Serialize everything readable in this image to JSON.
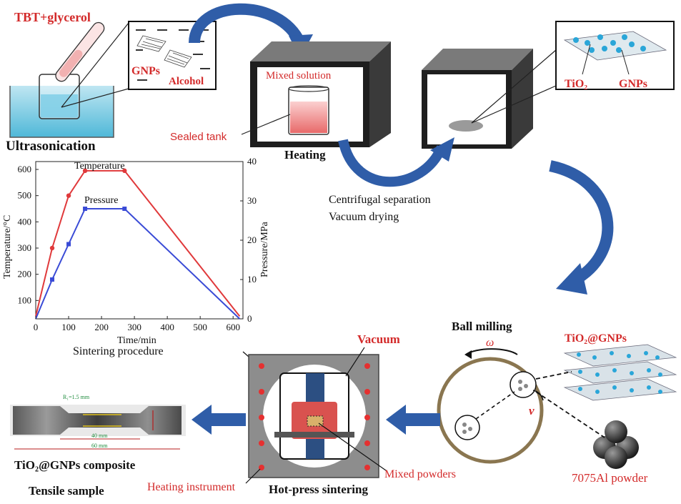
{
  "colors": {
    "accent_red": "#d32a2a",
    "arrow_blue": "#2f5da8",
    "temperature_series": "#e0393b",
    "pressure_series": "#3a4bd6"
  },
  "top": {
    "tbt_label": "TBT+glycerol",
    "gnps_label": "GNPs",
    "alcohol_label": "Alcohol",
    "ultrasonication_label": "Ultrasonication",
    "mixed_solution_label": "Mixed solution",
    "sealed_tank_label": "Sealed tank",
    "heating_label": "Heating",
    "tio2_label": "TiO₂",
    "gnps_right_label": "GNPs",
    "centrifugal_label": "Centrifugal separation",
    "vacuum_drying_label": "Vacuum drying"
  },
  "bottom": {
    "ball_milling_label": "Ball milling",
    "omega_label": "ω",
    "v_label": "v",
    "tio2_gnps_label": "TiO₂@GNPs",
    "al_powder_label": "7075Al powder",
    "vacuum_label": "Vacuum",
    "mixed_powders_label": "Mixed powders",
    "heating_instrument_label": "Heating instrument",
    "hot_press_label": "Hot-press sintering",
    "composite_label": "TiO₂@GNPs composite",
    "tensile_label": "Tensile sample",
    "radius_label": "R₁=1.5 mm",
    "dim_40_label": "40 mm",
    "dim_60_label": "60 mm"
  },
  "chart_data": {
    "type": "line",
    "title": "Sintering procedure",
    "xlabel": "Time/min",
    "ylabel": "Temperature/°C",
    "ylabel_right": "Pressure/MPa",
    "xlim": [
      0,
      630
    ],
    "ylim": [
      30,
      630
    ],
    "ylim_right": [
      0,
      40
    ],
    "x_ticks": [
      0,
      100,
      200,
      300,
      400,
      500,
      600
    ],
    "y_ticks": [
      100,
      200,
      300,
      400,
      500,
      600
    ],
    "y_ticks_right": [
      0,
      10,
      20,
      30,
      40
    ],
    "series": [
      {
        "name": "Temperature",
        "axis": "left",
        "color": "#e0393b",
        "x": [
          0,
          50,
          100,
          150,
          270,
          620
        ],
        "y": [
          40,
          300,
          500,
          595,
          595,
          40
        ],
        "markers": [
          50,
          100,
          150,
          270
        ]
      },
      {
        "name": "Pressure",
        "axis": "right",
        "color": "#3a4bd6",
        "x": [
          0,
          50,
          100,
          150,
          270,
          620
        ],
        "y": [
          0,
          10,
          19,
          28,
          28,
          0
        ],
        "markers": [
          50,
          100,
          150,
          270
        ]
      }
    ]
  }
}
